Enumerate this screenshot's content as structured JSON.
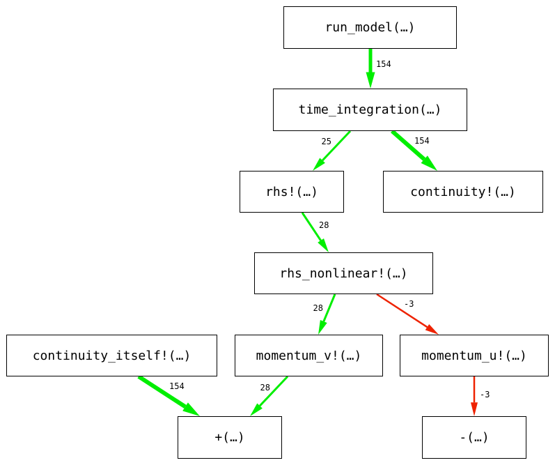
{
  "colors": {
    "positive_edge": "#00ee00",
    "negative_edge": "#ee2200"
  },
  "nodes": [
    {
      "id": "run_model",
      "label": "run_model(…)"
    },
    {
      "id": "time_integration",
      "label": "time_integration(…)"
    },
    {
      "id": "rhs",
      "label": "rhs!(…)"
    },
    {
      "id": "continuity",
      "label": "continuity!(…)"
    },
    {
      "id": "rhs_nonlinear",
      "label": "rhs_nonlinear!(…)"
    },
    {
      "id": "continuity_itself",
      "label": "continuity_itself!(…)"
    },
    {
      "id": "momentum_v",
      "label": "momentum_v!(…)"
    },
    {
      "id": "momentum_u",
      "label": "momentum_u!(…)"
    },
    {
      "id": "plus",
      "label": "+(…)"
    },
    {
      "id": "minus",
      "label": "-(…)"
    }
  ],
  "edges": [
    {
      "from": "run_model",
      "to": "time_integration",
      "label": "154",
      "sign": "positive"
    },
    {
      "from": "time_integration",
      "to": "rhs",
      "label": "25",
      "sign": "positive"
    },
    {
      "from": "time_integration",
      "to": "continuity",
      "label": "154",
      "sign": "positive"
    },
    {
      "from": "rhs",
      "to": "rhs_nonlinear",
      "label": "28",
      "sign": "positive"
    },
    {
      "from": "rhs_nonlinear",
      "to": "momentum_v",
      "label": "28",
      "sign": "positive"
    },
    {
      "from": "rhs_nonlinear",
      "to": "momentum_u",
      "label": "-3",
      "sign": "negative"
    },
    {
      "from": "continuity_itself",
      "to": "plus",
      "label": "154",
      "sign": "positive"
    },
    {
      "from": "momentum_v",
      "to": "plus",
      "label": "28",
      "sign": "positive"
    },
    {
      "from": "momentum_u",
      "to": "minus",
      "label": "-3",
      "sign": "negative"
    }
  ]
}
